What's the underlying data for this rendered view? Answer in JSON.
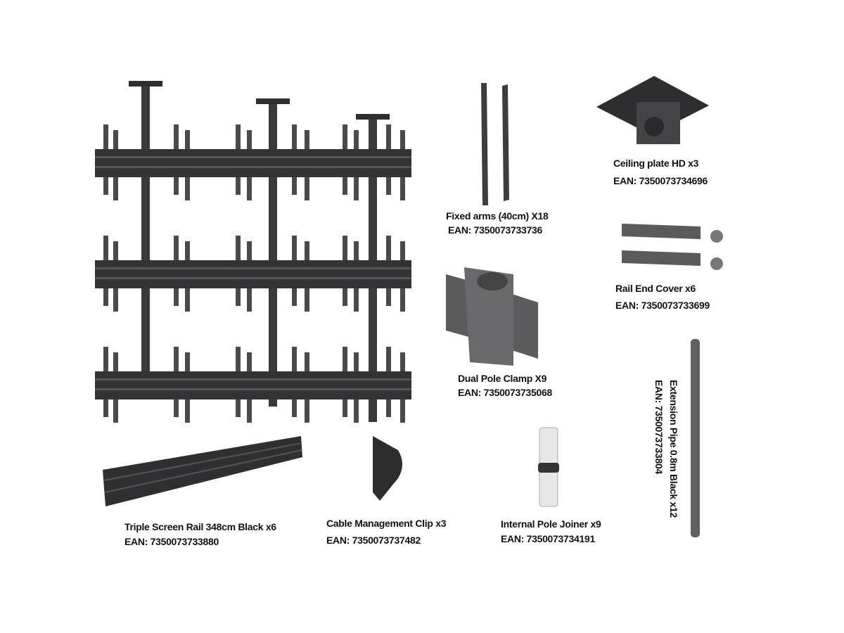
{
  "colors": {
    "metal_dark": "#3a3a3c",
    "metal_mid": "#58585a",
    "metal_light": "#d8dadc",
    "text": "#111111"
  },
  "products": [
    {
      "name": "Fixed arms (40cm) X18",
      "ean": "EAN: 7350073733736"
    },
    {
      "name": "Ceiling plate HD x3",
      "ean": "EAN: 7350073734696"
    },
    {
      "name": "Rail End Cover x6",
      "ean": "EAN: 7350073733699"
    },
    {
      "name": "Dual Pole Clamp X9",
      "ean": "EAN: 7350073735068"
    },
    {
      "name": "Triple Screen Rail 348cm Black x6",
      "ean": "EAN: 7350073733880"
    },
    {
      "name": "Cable Management Clip x3",
      "ean": "EAN: 7350073737482"
    },
    {
      "name": "Internal Pole Joiner x9",
      "ean": "EAN: 7350073734191"
    },
    {
      "name": "Extension Pipe 0.8m Black x12",
      "ean": "EAN: 7350073733804"
    }
  ]
}
